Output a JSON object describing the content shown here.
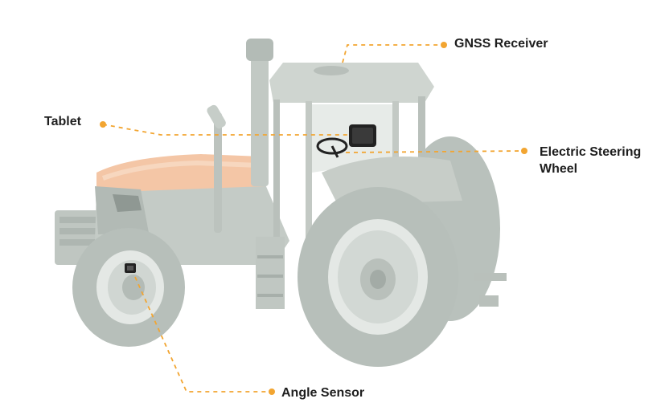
{
  "labels": {
    "gnss_receiver": "GNSS Receiver",
    "tablet": "Tablet",
    "electric_steering_wheel_line1": "Electric Steering",
    "electric_steering_wheel_line2": "Wheel",
    "angle_sensor": "Angle Sensor"
  },
  "colors": {
    "callout": "#f2a531",
    "label_text": "#1e1e1e",
    "tractor_body": "#c9cfca",
    "tractor_dark": "#aeb6b1",
    "tractor_tire": "#b7bfba",
    "hood_orange": "#f4c6a6",
    "component_dark": "#222222"
  }
}
